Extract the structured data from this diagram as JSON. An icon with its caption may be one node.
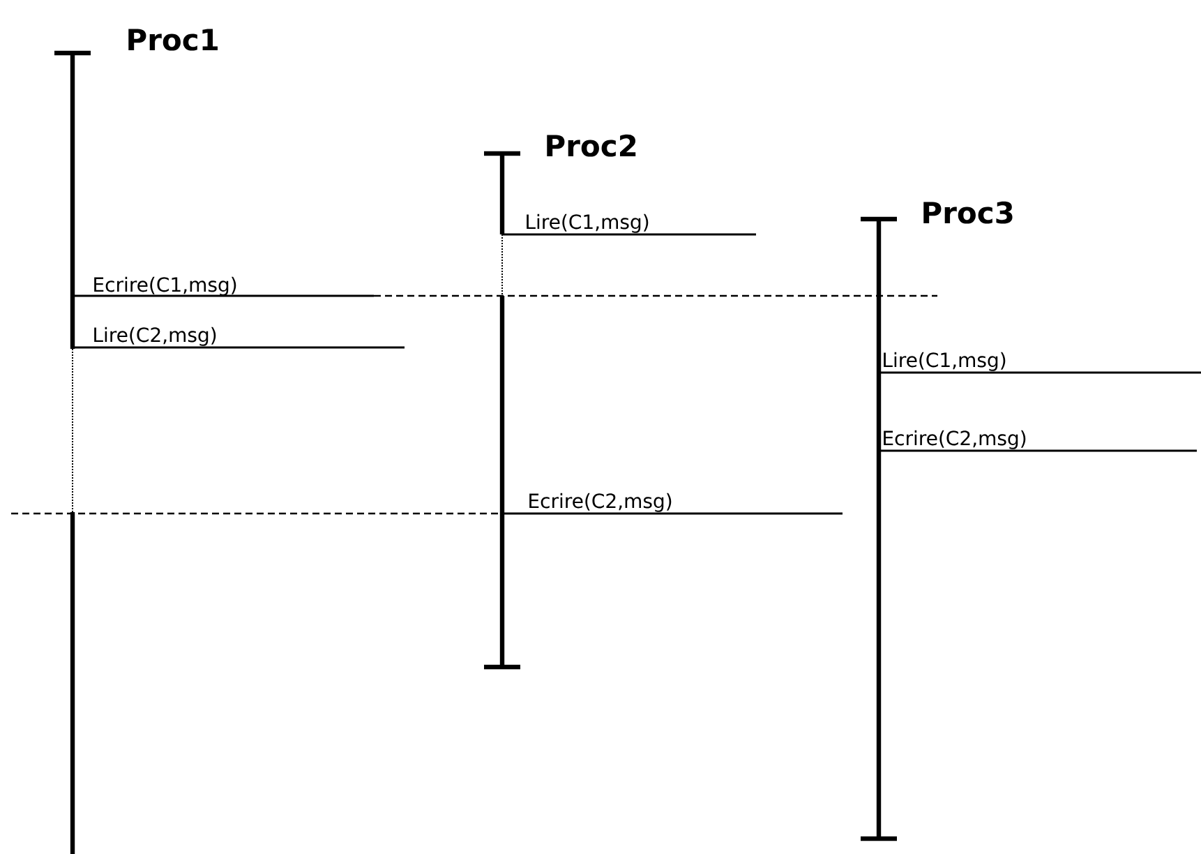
{
  "diagram": {
    "labels": [
      "Proc1",
      "Proc2",
      "Lire(C1,msg)",
      "Proc3",
      "Ecrire(C1,msg)",
      "Lire(C2,msg)",
      "Lire(C1,msg)",
      "Ecrire(C2,msg)",
      "Ecrire(C2,msg)"
    ]
  }
}
